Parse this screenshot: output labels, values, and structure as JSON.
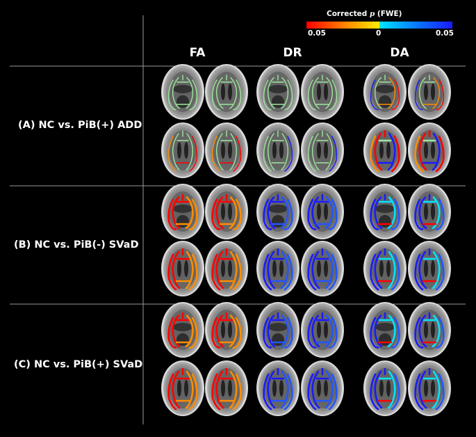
{
  "colorbar": {
    "title_prefix": "Corrected ",
    "title_var": "p",
    "title_suffix": " (FWE)",
    "ticks": [
      "0.05",
      "0",
      "0.05"
    ],
    "colors": {
      "red": "#ff0000",
      "orange": "#ff8c00",
      "yellow": "#ffee00",
      "cyan": "#00e5ff",
      "blue": "#1a1aff"
    }
  },
  "columns": [
    "FA",
    "DR",
    "DA"
  ],
  "rows": [
    {
      "label": "(A) NC vs. PiB(+) ADD",
      "overlays": [
        [
          "none",
          "sparse-red"
        ],
        [
          "none",
          "sparse-blue"
        ],
        [
          "mixed",
          "red-blue"
        ]
      ]
    },
    {
      "label": "(B) NC vs. PiB(-) SVaD",
      "overlays": [
        [
          "red",
          "red"
        ],
        [
          "blue",
          "blue"
        ],
        [
          "blue-red",
          "blue-red"
        ]
      ]
    },
    {
      "label": "(C) NC vs. PiB(+) SVaD",
      "overlays": [
        [
          "red",
          "red"
        ],
        [
          "blue",
          "blue"
        ],
        [
          "blue-red",
          "blue-red"
        ]
      ]
    }
  ]
}
